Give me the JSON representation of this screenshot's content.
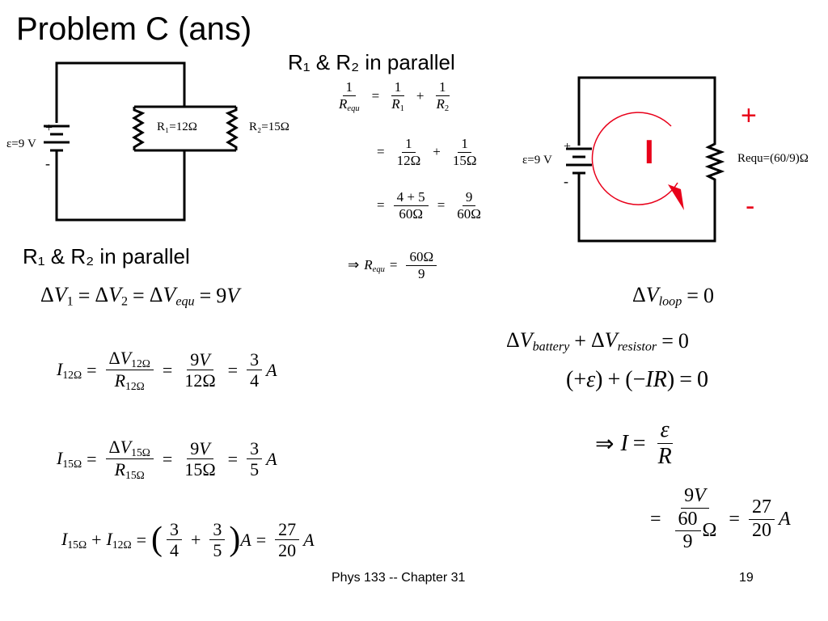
{
  "slide": {
    "title": "Problem C (ans)",
    "footer": "Phys 133 -- Chapter 31",
    "page_number": "19"
  },
  "circuit_left": {
    "emf_label": "ε=9 V",
    "plus": "+",
    "minus": "-",
    "r1_label": "R₁=12Ω",
    "r2_label": "R₂=15Ω"
  },
  "circuit_right": {
    "emf_label": "ε=9 V",
    "plus": "+",
    "minus": "-",
    "req_label": "Requ=(60/9)Ω",
    "current_label": "I",
    "polarity_plus": "+",
    "polarity_minus": "-",
    "accent_color": "#e8001a"
  },
  "headings": {
    "parallel_top": "R₁ & R₂ in parallel",
    "parallel_left": "R₁ & R₂ in parallel"
  },
  "equations": {
    "req_sum": "1/Requ = 1/R1 + 1/R2",
    "req_sub": "= 1/12Ω + 1/15Ω",
    "req_combine": "= (4 + 5)/60Ω = 9/60Ω",
    "req_result": "⇒ Requ = 60Ω/9",
    "voltage_equal": "ΔV1 = ΔV2 = ΔVequ = 9V",
    "i12": "I12Ω = ΔV12Ω/R12Ω = 9V/12Ω = 3/4 A",
    "i15": "I15Ω = ΔV15Ω/R15Ω = 9V/15Ω = 3/5 A",
    "i_total": "I15Ω + I12Ω = (3/4 + 3/5) A = 27/20 A",
    "loop": "ΔVloop = 0",
    "loop_terms": "ΔVbattery + ΔVresistor = 0",
    "loop_emf": "(+ε) + (−IR) = 0",
    "current_formula": "⇒ I = ε/R",
    "current_result": "= 9V/(60/9 Ω) = 27/20 A"
  }
}
